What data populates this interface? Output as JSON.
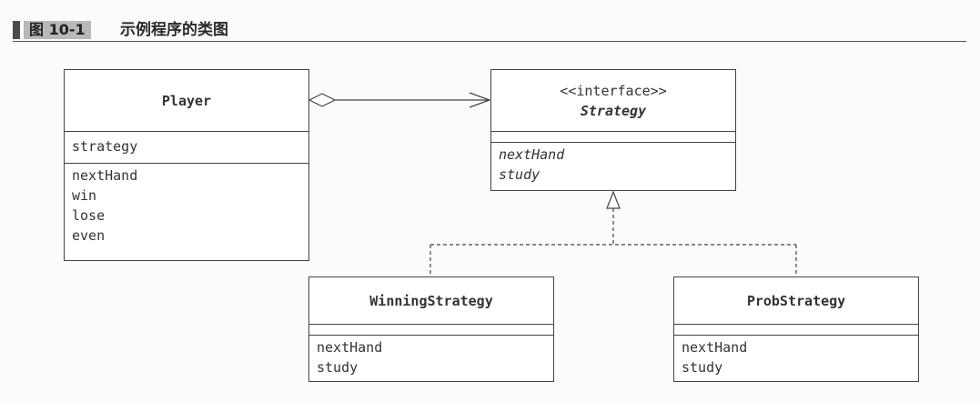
{
  "figure": {
    "number": "图 10-1",
    "caption": "示例程序的类图"
  },
  "classes": {
    "player": {
      "name": "Player",
      "fields": [
        "strategy"
      ],
      "methods": [
        "nextHand",
        "win",
        "lose",
        "even"
      ]
    },
    "strategy": {
      "stereotype": "<<interface>>",
      "name": "Strategy",
      "fields": [],
      "methods": [
        "nextHand",
        "study"
      ]
    },
    "winning_strategy": {
      "name": "WinningStrategy",
      "fields": [],
      "methods": [
        "nextHand",
        "study"
      ]
    },
    "prob_strategy": {
      "name": "ProbStrategy",
      "fields": [],
      "methods": [
        "nextHand",
        "study"
      ]
    }
  },
  "relations": [
    {
      "type": "aggregation",
      "from": "Player",
      "to": "Strategy"
    },
    {
      "type": "realization",
      "from": "WinningStrategy",
      "to": "Strategy"
    },
    {
      "type": "realization",
      "from": "ProbStrategy",
      "to": "Strategy"
    }
  ],
  "colors": {
    "line": "#444444",
    "box_fill": "#ffffff",
    "header_tag": "#b8b8b8"
  }
}
